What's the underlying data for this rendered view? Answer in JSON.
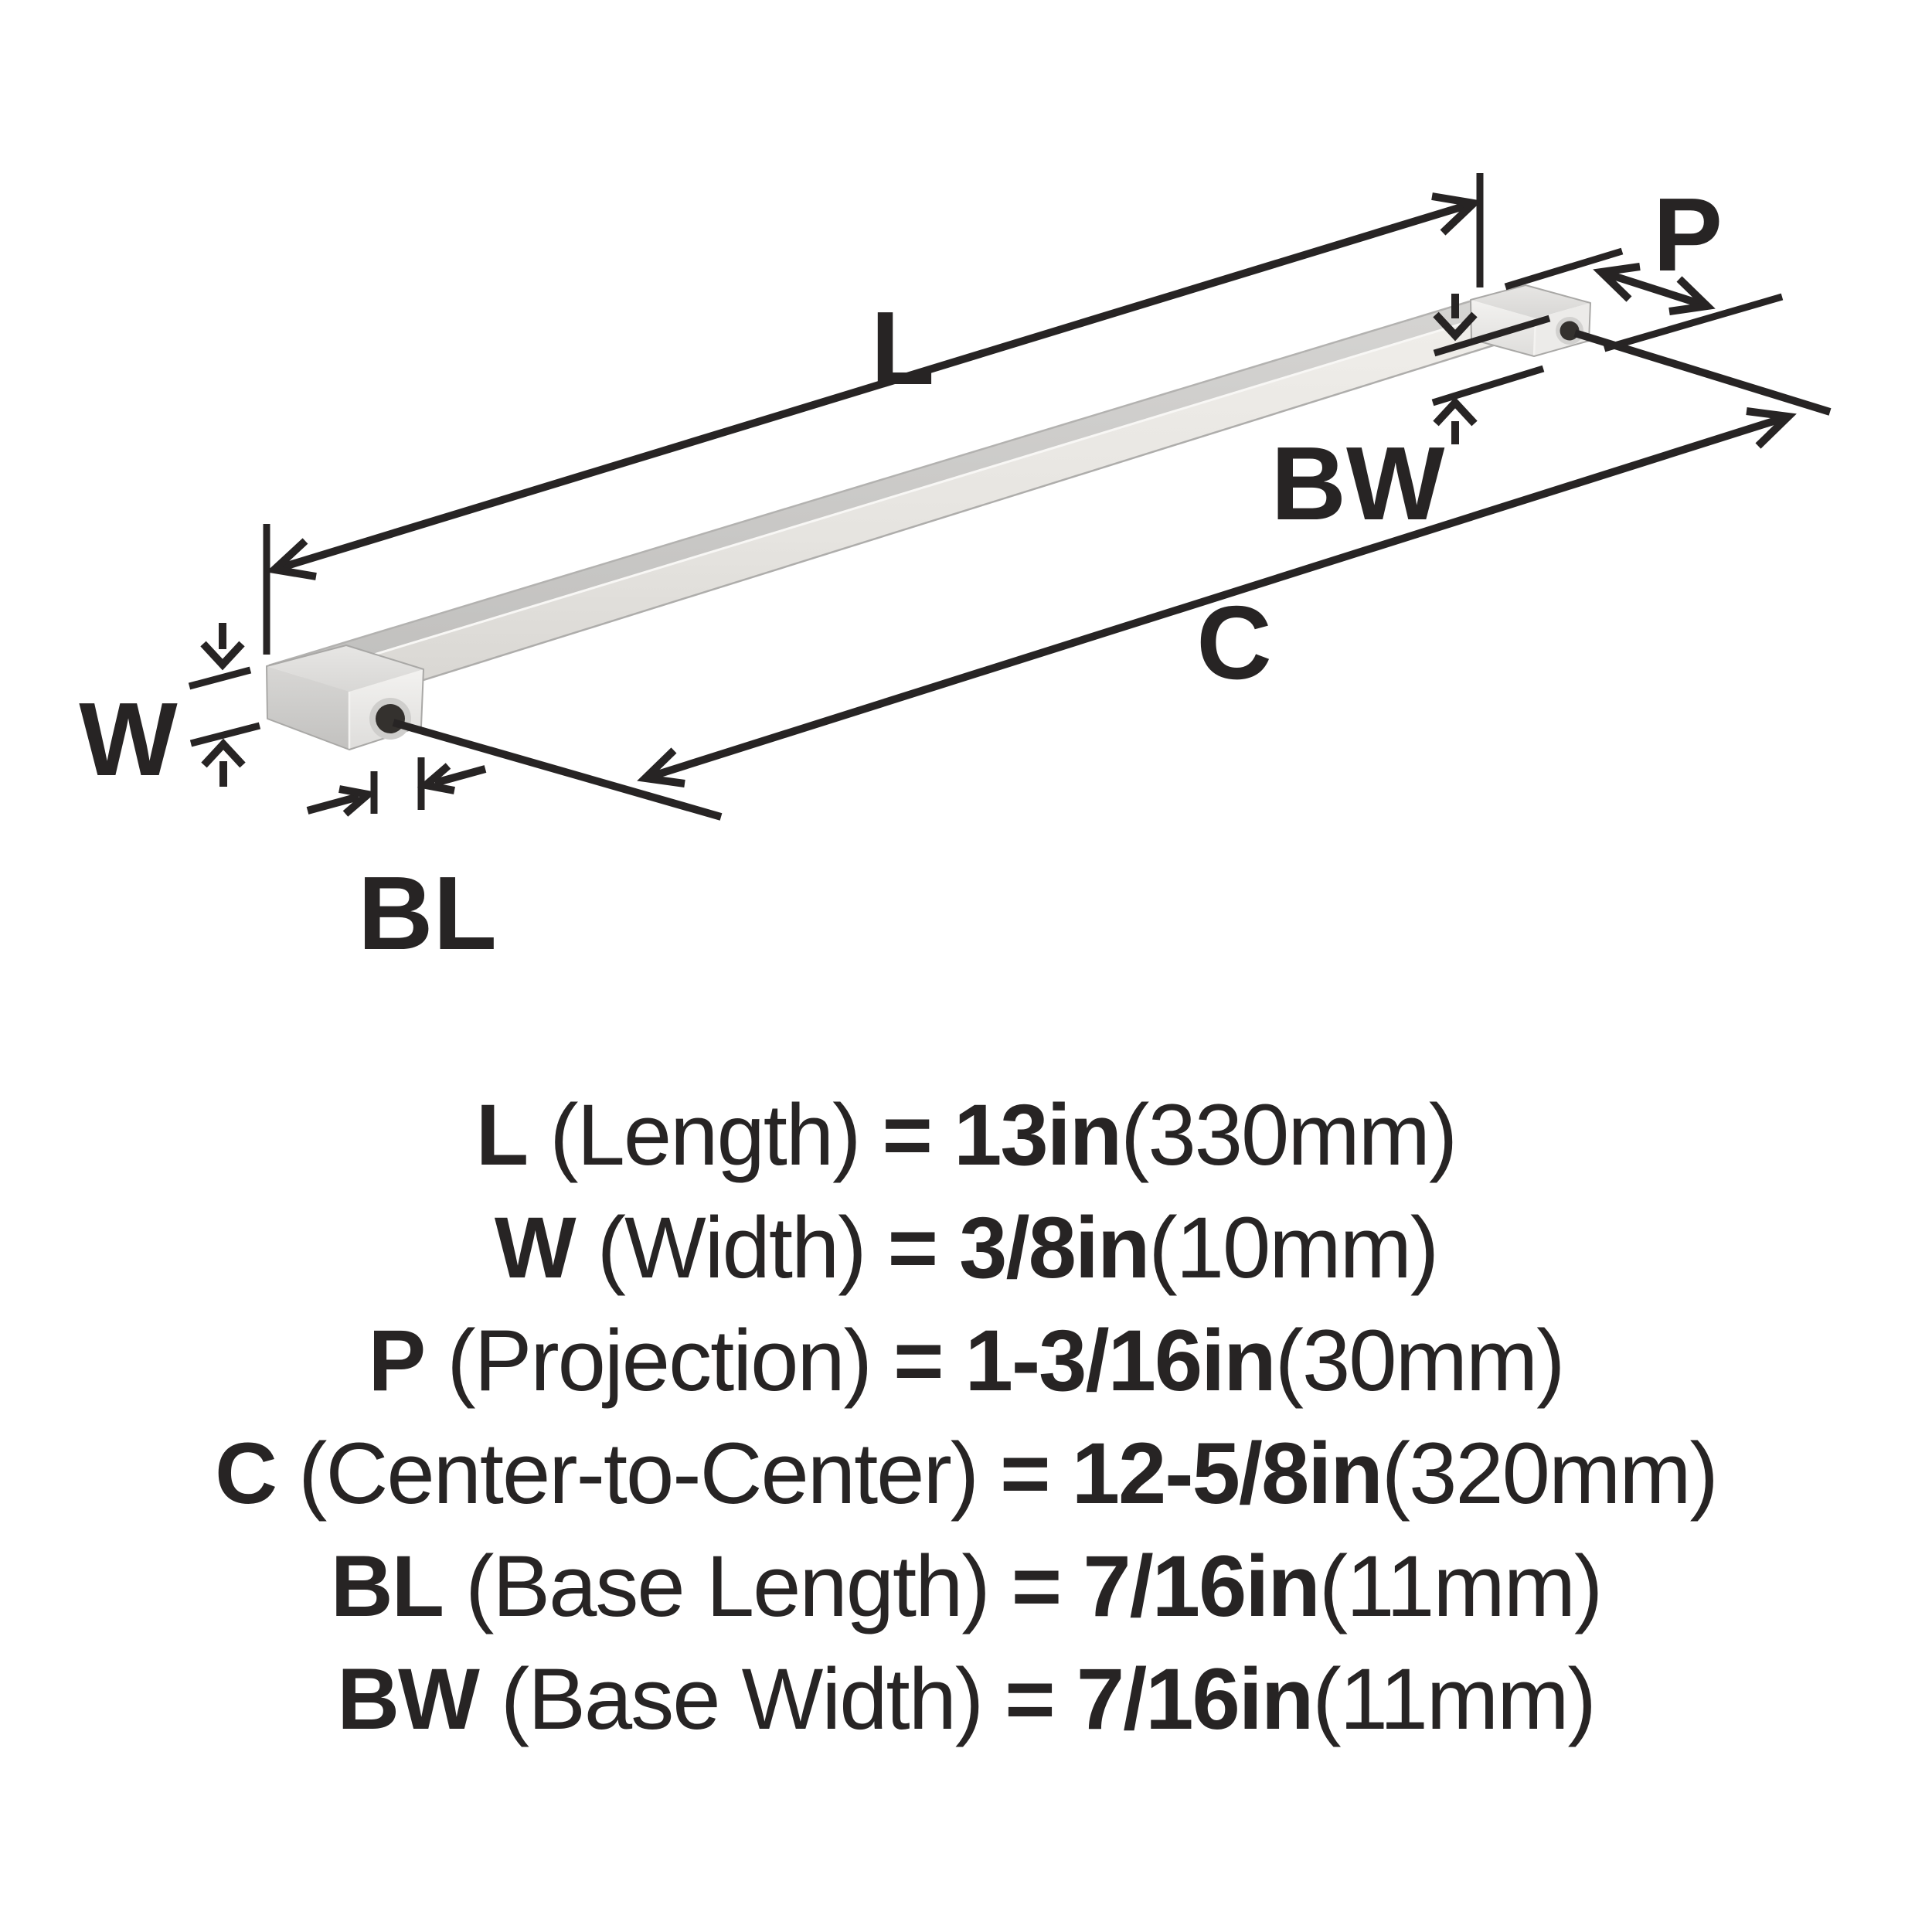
{
  "page": {
    "background": "#ffffff",
    "ink_color": "#272424",
    "metal_light": "#f0eeea",
    "metal_mid": "#d6d4d0",
    "metal_dark": "#bfbebc",
    "hole_color": "#34312e"
  },
  "diagram": {
    "labels": {
      "length": "L",
      "width": "W",
      "projection": "P",
      "center": "C",
      "base_length": "BL",
      "base_width": "BW"
    }
  },
  "specs": [
    {
      "code": "L",
      "name": "(Length)",
      "eq": "=",
      "value": "13in",
      "metric": "(330mm)"
    },
    {
      "code": "W",
      "name": "(Width)",
      "eq": "=",
      "value": "3/8in",
      "metric": "(10mm)"
    },
    {
      "code": "P",
      "name": "(Projection)",
      "eq": "=",
      "value": "1-3/16in",
      "metric": "(30mm)"
    },
    {
      "code": "C",
      "name": "(Center-to-Center)",
      "eq": "=",
      "value": "12-5/8in",
      "metric": "(320mm)"
    },
    {
      "code": "BL",
      "name": "(Base Length)",
      "eq": "=",
      "value": "7/16in",
      "metric": "(11mm)"
    },
    {
      "code": "BW",
      "name": "(Base Width)",
      "eq": "=",
      "value": "7/16in",
      "metric": "(11mm)"
    }
  ]
}
